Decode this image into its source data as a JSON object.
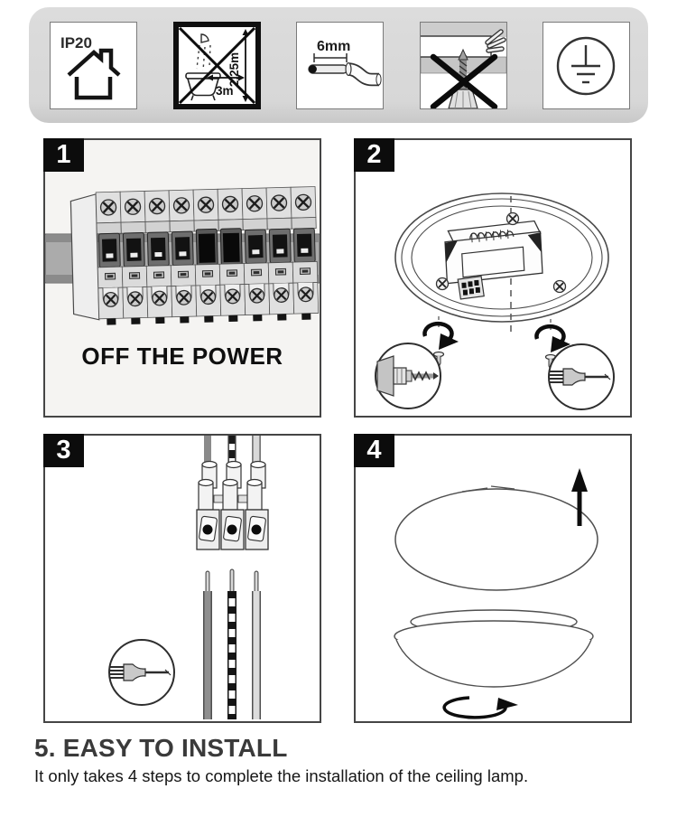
{
  "icon_band": {
    "items": [
      {
        "name": "ip20-house-icon",
        "label": "IP20"
      },
      {
        "name": "no-bathroom-zone-icon",
        "height_label": "2,25m",
        "width_label": "3m"
      },
      {
        "name": "wire-strip-length-icon",
        "label": "6mm"
      },
      {
        "name": "no-drilling-into-cable-icon"
      },
      {
        "name": "earth-ground-icon"
      }
    ]
  },
  "steps": [
    {
      "number": "1",
      "caption": "OFF THE POWER"
    },
    {
      "number": "2",
      "caption": ""
    },
    {
      "number": "3",
      "caption": ""
    },
    {
      "number": "4",
      "caption": ""
    }
  ],
  "footer": {
    "heading": "5. EASY TO INSTALL",
    "subtext": "It only takes 4 steps to complete the installation of the ceiling lamp."
  },
  "colors": {
    "band_bg": "#d8d8d8",
    "box_border": "#454545",
    "badge_bg": "#0c0c0c",
    "heading_color": "#3a3a3a"
  }
}
